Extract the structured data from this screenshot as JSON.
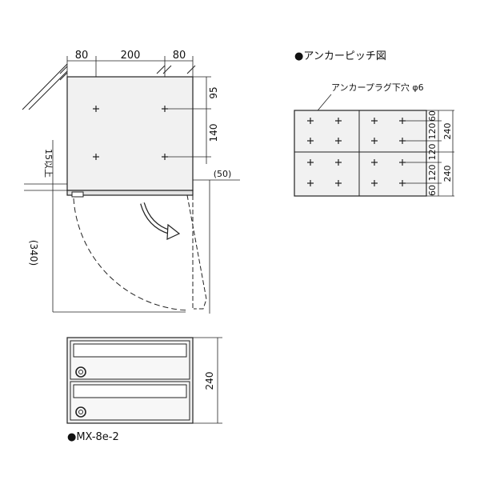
{
  "top_view": {
    "dims_top": [
      "80",
      "200",
      "80"
    ],
    "dims_right": [
      "95",
      "140"
    ],
    "label_15": "15以上",
    "label_50": "(50)",
    "label_340": "(340)"
  },
  "anchor_pitch": {
    "title": "●アンカーピッチ図",
    "plug_label": "アンカープラグ下穴 φ6",
    "dims_right_small": [
      "60",
      "120",
      "120",
      "120",
      "60"
    ],
    "dims_right_big": [
      "240",
      "240"
    ]
  },
  "front_view": {
    "height_label": "240",
    "model_label": "●MX-8e-2"
  },
  "colors": {
    "panel_fill": "#f1f1f1",
    "line": "#222222"
  }
}
